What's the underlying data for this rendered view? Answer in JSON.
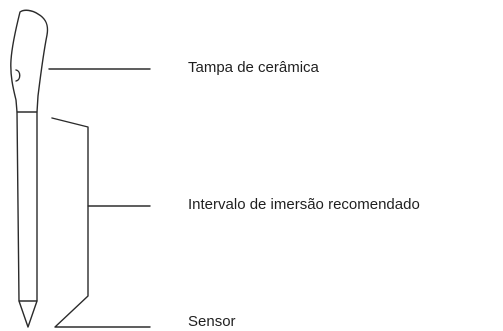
{
  "labels": {
    "cap": "Tampa de cerâmica",
    "immersion_range": "Intervalo de imersão recomendado",
    "sensor": "Sensor"
  },
  "colors": {
    "line": "#2b2b2b",
    "text": "#1f1f1f",
    "background": "#ffffff"
  }
}
